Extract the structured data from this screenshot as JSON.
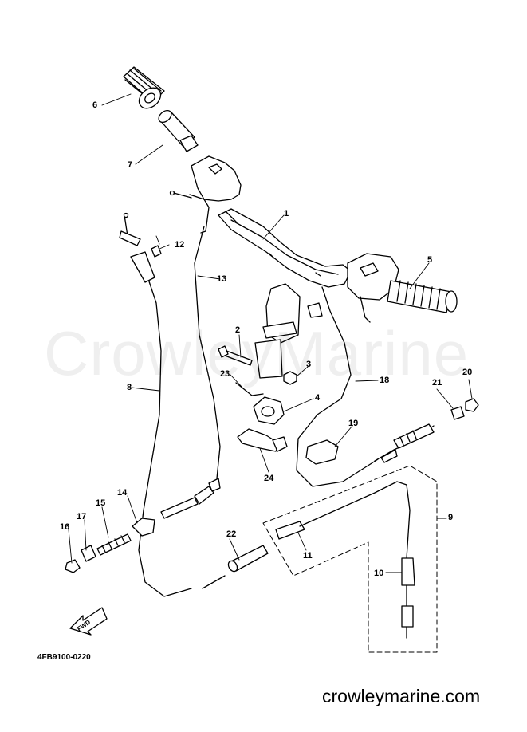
{
  "watermark": "CrowleyMarine",
  "diagram_code": "4FB9100-0220",
  "site": "crowleymarine.com",
  "fwd_label": "FWD",
  "callouts": [
    "1",
    "2",
    "3",
    "4",
    "5",
    "6",
    "7",
    "8",
    "9",
    "10",
    "11",
    "12",
    "13",
    "14",
    "15",
    "16",
    "17",
    "18",
    "19",
    "20",
    "21",
    "22",
    "23",
    "24"
  ]
}
